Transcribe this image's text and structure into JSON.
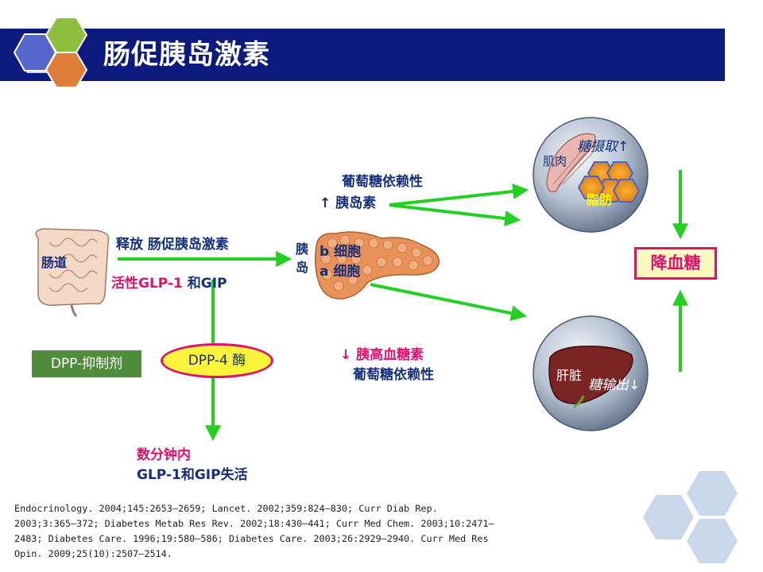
{
  "slide": {
    "title": "肠促胰岛激素",
    "colors": {
      "title_bar": "#0c1a7e",
      "arrow": "#22d022",
      "magenta": "#e0106e",
      "navy": "#152f7a",
      "dpp_box": "#4f8c3c",
      "ellipse": "#fcf43a"
    }
  },
  "labels": {
    "intestine": "肠道",
    "release": "释放 肠促胰岛激素",
    "active_prefix": "活性GLP-1",
    "active_suffix": " 和GIP",
    "pancreas_1": "胰",
    "pancreas_2": "岛",
    "beta_cell": "b 细胞",
    "alpha_cell": "a 细胞",
    "glucose_dep_top": "葡萄糖依赖性",
    "insulin_arrow": "↑",
    "insulin": "胰岛素",
    "glucagon_arrow": "↓",
    "glucagon": "胰高血糖素",
    "glucose_dep_bottom": "葡萄糖依赖性",
    "dpp_inhibitor": "DPP-抑制剂",
    "dpp4": "DPP-4 酶",
    "minutes": "数分钟内",
    "inactivated": "GLP-1和GIP失活",
    "muscle": "肌肉",
    "glucose_uptake": "糖摄取↑",
    "fat": "脂肪",
    "liver": "肝脏",
    "glucose_output": "糖输出↓",
    "lower_glucose": "降血糖"
  },
  "references": [
    "Endocrinology. 2004;145:2653–2659;  Lancet. 2002;359:824–830; Curr Diab Rep.",
    "2003;3:365–372; Diabetes Metab Res Rev. 2002;18:430–441; Curr Med Chem. 2003;10:2471–",
    "2483;  Diabetes Care. 1996;19:580–586;  Diabetes Care. 2003;26:2929–2940. Curr Med Res",
    "Opin. 2009;25(10):2507–2514."
  ]
}
